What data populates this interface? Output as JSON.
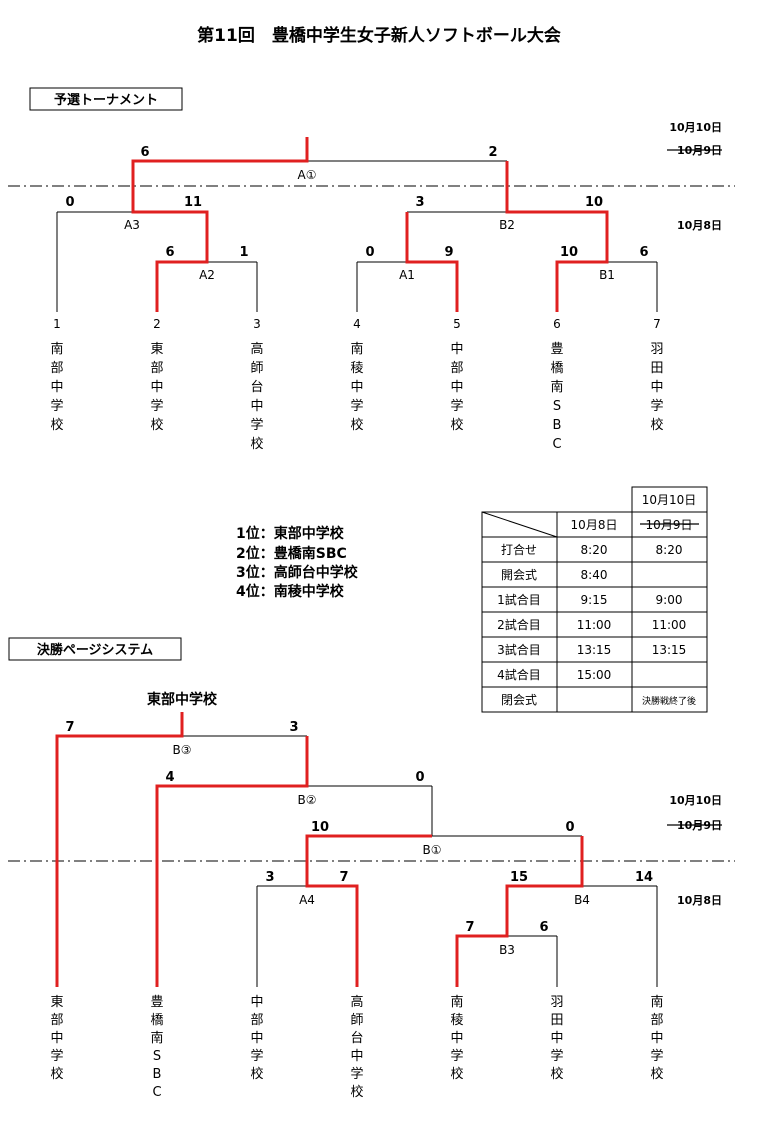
{
  "title": "第11回　豊橋中学生女子新人ソフトボール大会",
  "prelim": {
    "section_label": "予選トーナメント",
    "date_final": "10月10日",
    "date_cancelled": "10月9日",
    "date_first": "10月8日",
    "final_match": {
      "label": "A①",
      "left_score": "6",
      "right_score": "2"
    },
    "matches": [
      {
        "label": "A3",
        "left_score": "0",
        "right_score": "11"
      },
      {
        "label": "B2",
        "left_score": "3",
        "right_score": "10"
      },
      {
        "label": "A2",
        "left_score": "6",
        "right_score": "1"
      },
      {
        "label": "A1",
        "left_score": "0",
        "right_score": "9"
      },
      {
        "label": "B1",
        "left_score": "10",
        "right_score": "6"
      }
    ],
    "teams": [
      {
        "num": "1",
        "chars": [
          "南",
          "部",
          "中",
          "学",
          "校"
        ]
      },
      {
        "num": "2",
        "chars": [
          "東",
          "部",
          "中",
          "学",
          "校"
        ]
      },
      {
        "num": "3",
        "chars": [
          "高",
          "師",
          "台",
          "中",
          "学",
          "校"
        ]
      },
      {
        "num": "4",
        "chars": [
          "南",
          "稜",
          "中",
          "学",
          "校"
        ]
      },
      {
        "num": "5",
        "chars": [
          "中",
          "部",
          "中",
          "学",
          "校"
        ]
      },
      {
        "num": "6",
        "chars": [
          "豊",
          "橋",
          "南",
          "S",
          "B",
          "C"
        ]
      },
      {
        "num": "7",
        "chars": [
          "羽",
          "田",
          "中",
          "学",
          "校"
        ]
      }
    ]
  },
  "ranking": [
    "1位：東部中学校",
    "2位：豊橋南SBC",
    "3位：高師台中学校",
    "4位：南稜中学校"
  ],
  "schedule": {
    "top_header": "10月10日",
    "col1_header": "10月8日",
    "col2_header": "10月9日",
    "rows": [
      {
        "label": "打合せ",
        "c1": "8:20",
        "c2": "8:20"
      },
      {
        "label": "開会式",
        "c1": "8:40",
        "c2": ""
      },
      {
        "label": "1試合目",
        "c1": "9:15",
        "c2": "9:00"
      },
      {
        "label": "2試合目",
        "c1": "11:00",
        "c2": "11:00"
      },
      {
        "label": "3試合目",
        "c1": "13:15",
        "c2": "13:15"
      },
      {
        "label": "4試合目",
        "c1": "15:00",
        "c2": ""
      },
      {
        "label": "閉会式",
        "c1": "",
        "c2": "決勝戦終了後"
      }
    ]
  },
  "final": {
    "section_label": "決勝ページシステム",
    "champion": "東部中学校",
    "date_final": "10月10日",
    "date_cancelled": "10月9日",
    "date_first": "10月8日",
    "matches": [
      {
        "label": "B③",
        "left_score": "7",
        "right_score": "3"
      },
      {
        "label": "B②",
        "left_score": "4",
        "right_score": "0"
      },
      {
        "label": "B①",
        "left_score": "10",
        "right_score": "0"
      },
      {
        "label": "A4",
        "left_score": "3",
        "right_score": "7"
      },
      {
        "label": "B4",
        "left_score": "15",
        "right_score": "14"
      },
      {
        "label": "B3",
        "left_score": "7",
        "right_score": "6"
      }
    ],
    "teams": [
      {
        "chars": [
          "東",
          "部",
          "中",
          "学",
          "校"
        ]
      },
      {
        "chars": [
          "豊",
          "橋",
          "南",
          "S",
          "B",
          "C"
        ]
      },
      {
        "chars": [
          "中",
          "部",
          "中",
          "学",
          "校"
        ]
      },
      {
        "chars": [
          "高",
          "師",
          "台",
          "中",
          "学",
          "校"
        ]
      },
      {
        "chars": [
          "南",
          "稜",
          "中",
          "学",
          "校"
        ]
      },
      {
        "chars": [
          "羽",
          "田",
          "中",
          "学",
          "校"
        ]
      },
      {
        "chars": [
          "南",
          "部",
          "中",
          "学",
          "校"
        ]
      }
    ]
  },
  "colors": {
    "winner_line": "#e02020",
    "line": "#000000"
  }
}
